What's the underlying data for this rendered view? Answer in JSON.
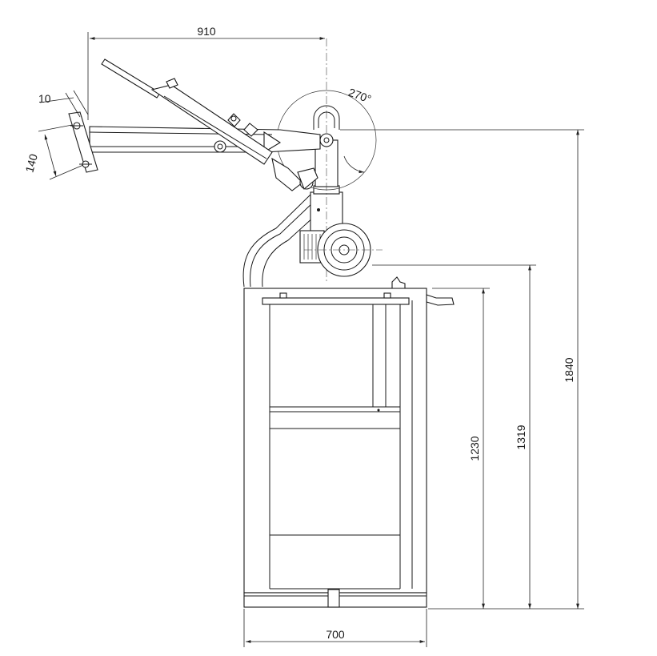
{
  "drawing": {
    "dimensions": {
      "arm_reach": "910",
      "plate_offset": "10",
      "bolt_spacing": "140",
      "rotation_angle": "270°",
      "overall_height": "1840",
      "wheel_height": "1319",
      "cabinet_height": "1230",
      "base_width": "700"
    },
    "colors": {
      "line": "#1a1a1a",
      "background": "#ffffff"
    }
  }
}
